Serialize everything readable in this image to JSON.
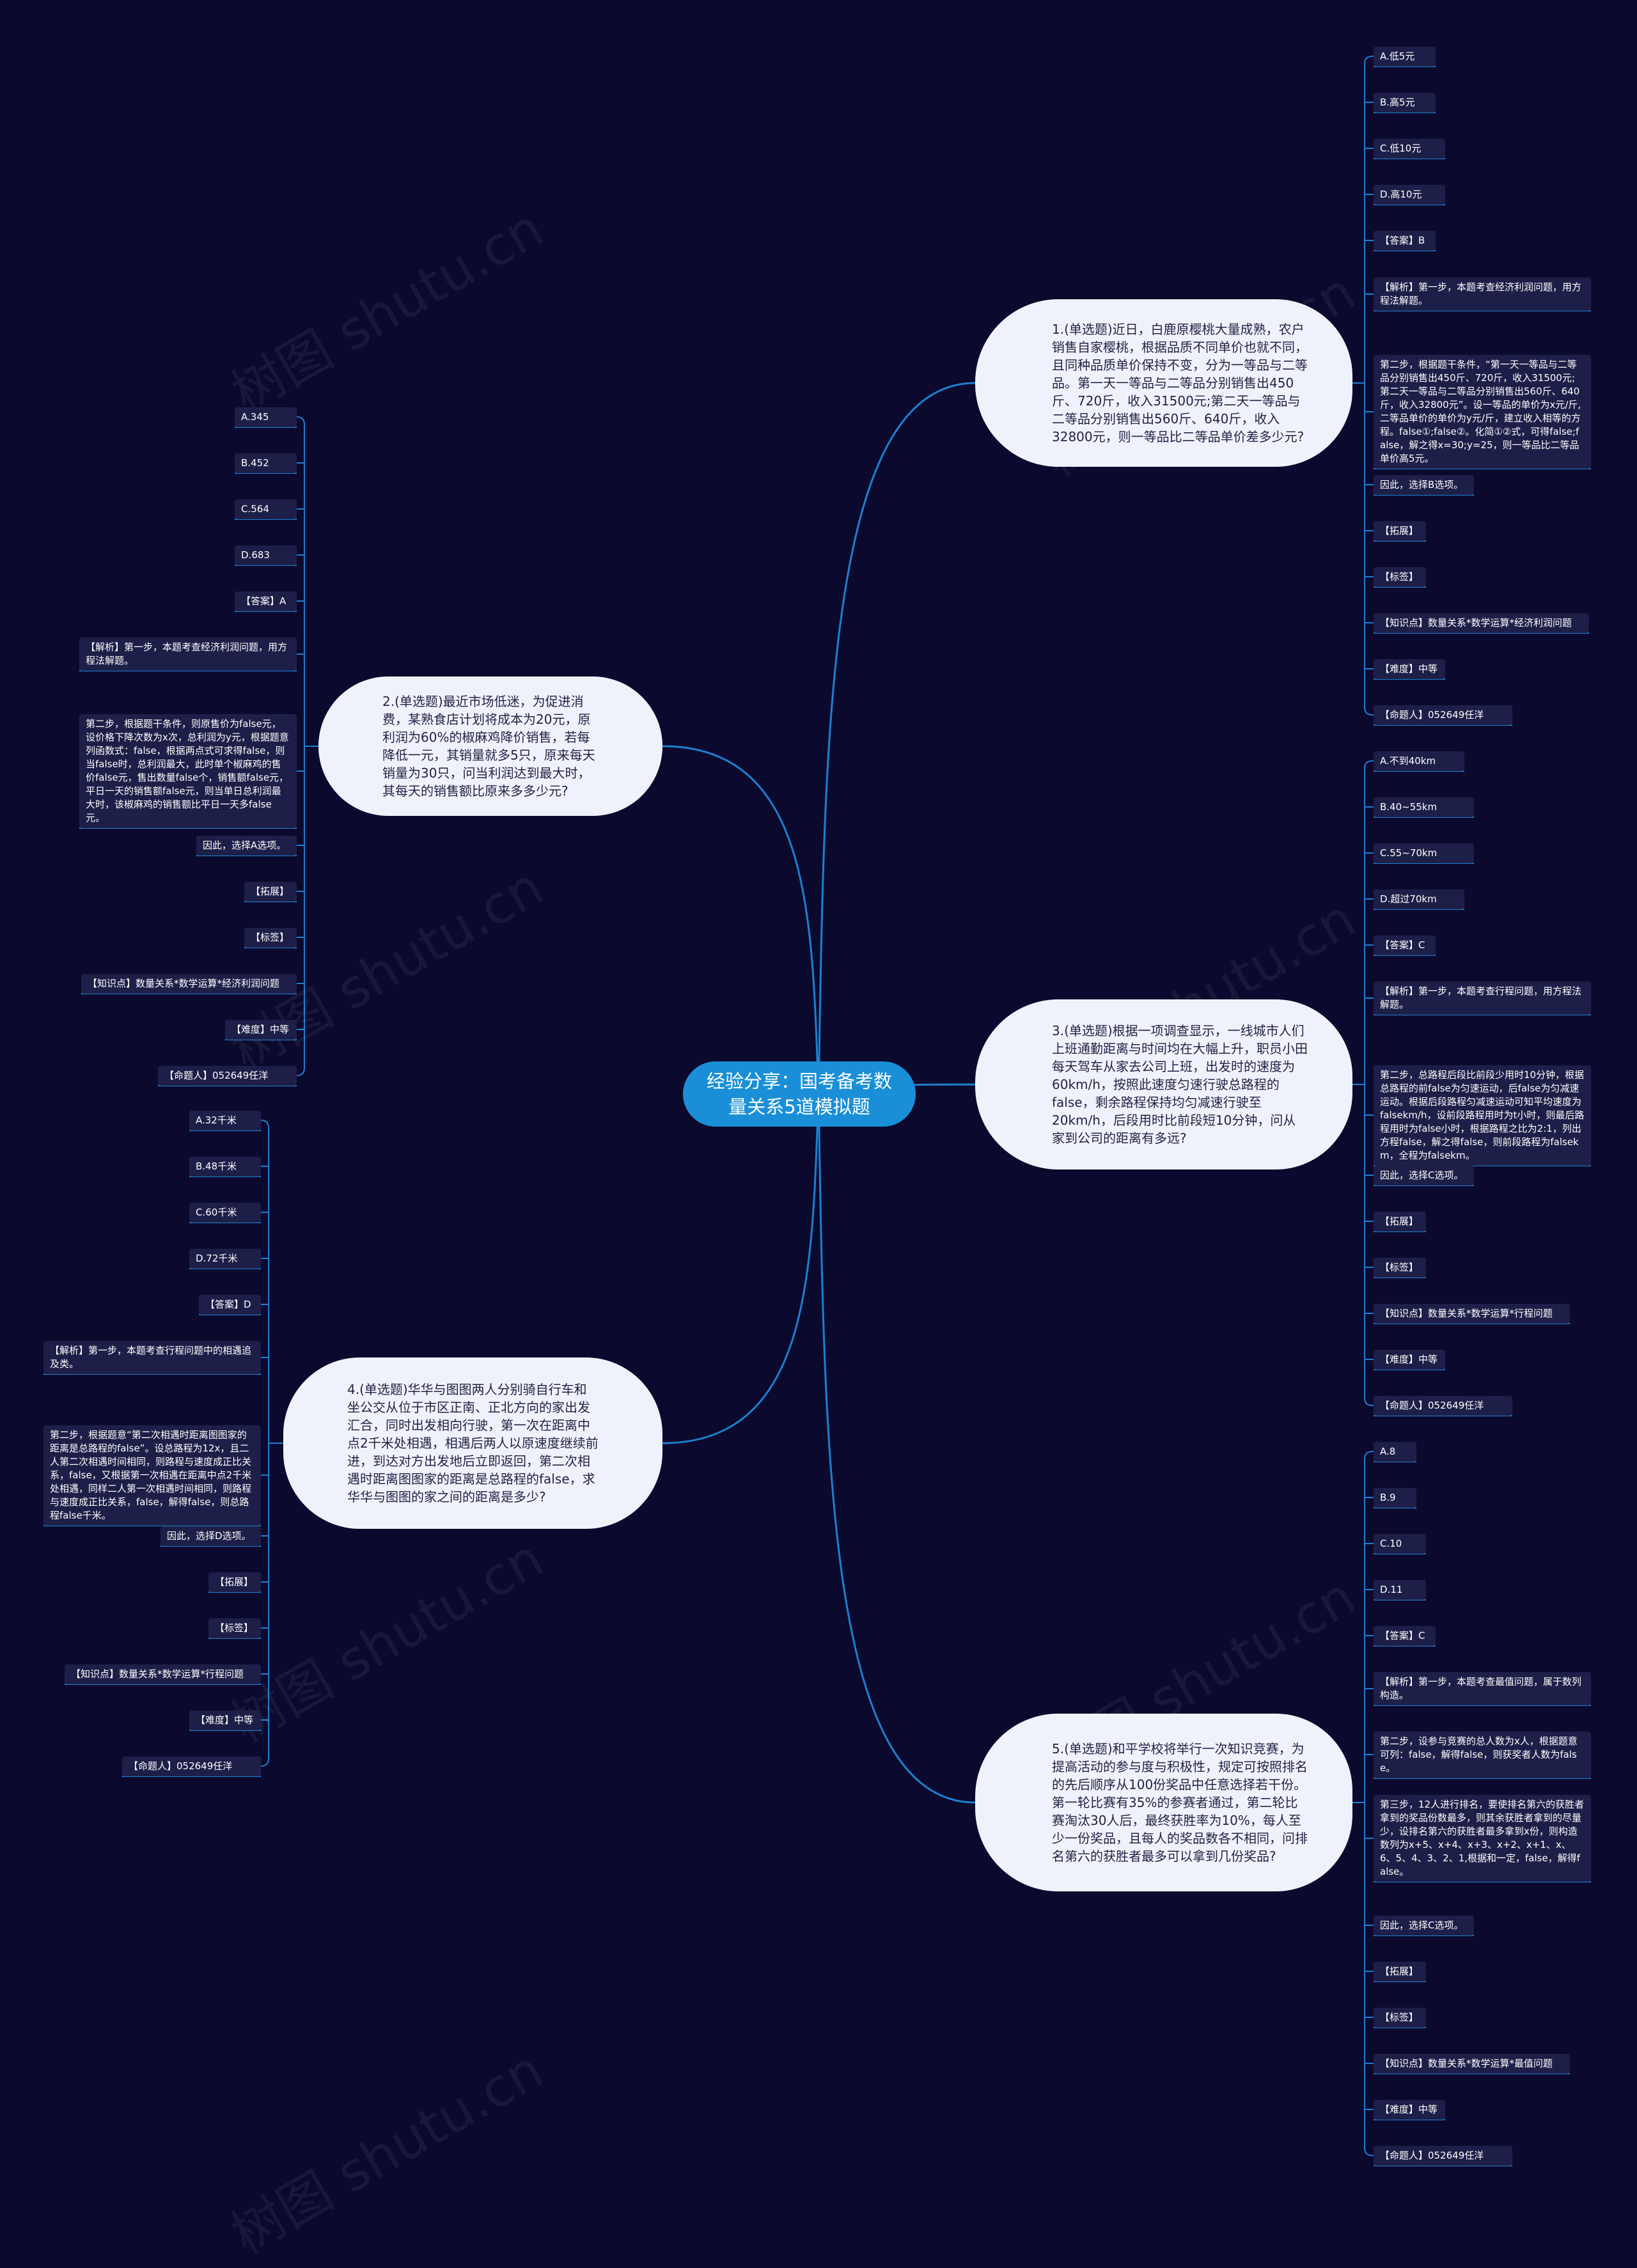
{
  "center": "经验分享：国考备考数量关系5道模拟题",
  "watermark": "树图 shutu.cn",
  "colors": {
    "background": "#0b0a2e",
    "center": "#1a8fd8",
    "line": "#1e7fd0",
    "bubble": "#eef3fb",
    "leaf": "#1e1f48"
  },
  "questions": [
    {
      "text": "1.(单选题)近日，白鹿原樱桃大量成熟，农户销售自家樱桃，根据品质不同单价也就不同，且同种品质单价保持不变，分为一等品与二等品。第一天一等品与二等品分别销售出450斤、720斤，收入31500元;第二天一等品与二等品分别销售出560斤、640斤，收入32800元，则一等品比二等品单价差多少元?",
      "leaves": [
        "A.低5元",
        "B.高5元",
        "C.低10元",
        "D.高10元",
        "【答案】B",
        "【解析】第一步，本题考查经济利润问题，用方程法解题。",
        "第二步，根据题干条件，“第一天一等品与二等品分别销售出450斤、720斤，收入31500元;第二天一等品与二等品分别销售出560斤、640斤，收入32800元”。设一等品的单价为x元/斤,二等品单价的单价为y元/斤，建立收入相等的方程。false①;false②。化简①②式，可得false;false，解之得x=30;y=25，则一等品比二等品单价高5元。",
        "因此，选择B选项。",
        "【拓展】",
        "【标签】",
        "【知识点】数量关系*数学运算*经济利润问题",
        "【难度】中等",
        "【命题人】052649任洋"
      ]
    },
    {
      "text": "2.(单选题)最近市场低迷，为促进消费，某熟食店计划将成本为20元，原利润为60%的椒麻鸡降价销售，若每降低一元，其销量就多5只，原来每天销量为30只，问当利润达到最大时，其每天的销售额比原来多多少元?",
      "leaves": [
        "A.345",
        "B.452",
        "C.564",
        "D.683",
        "【答案】A",
        "【解析】第一步，本题考查经济利润问题，用方程法解题。",
        "第二步，根据题干条件，则原售价为false元，设价格下降次数为x次，总利润为y元，根据题意列函数式：false，根据两点式可求得false，则当false时，总利润最大，此时单个椒麻鸡的售价false元，售出数量false个，销售额false元，平日一天的销售额false元，则当单日总利润最大时，该椒麻鸡的销售额比平日一天多false元。",
        "因此，选择A选项。",
        "【拓展】",
        "【标签】",
        "【知识点】数量关系*数学运算*经济利润问题",
        "【难度】中等",
        "【命题人】052649任洋"
      ]
    },
    {
      "text": "3.(单选题)根据一项调查显示，一线城市人们上班通勤距离与时间均在大幅上升，职员小田每天驾车从家去公司上班，出发时的速度为60km/h，按照此速度匀速行驶总路程的false，剩余路程保持均匀减速行驶至20km/h，后段用时比前段短10分钟，问从家到公司的距离有多远?",
      "leaves": [
        "A.不到40km",
        "B.40~55km",
        "C.55~70km",
        "D.超过70km",
        "【答案】C",
        "【解析】第一步，本题考查行程问题，用方程法解题。",
        "第二步，总路程后段比前段少用时10分钟，根据总路程的前false为匀速运动，后false为匀减速运动。根据后段路程匀减速运动可知平均速度为falsekm/h，设前段路程用时为t小时，则最后路程用时为false小时，根据路程之比为2:1，列出方程false，解之得false，则前段路程为falsekm，全程为falsekm。",
        "因此，选择C选项。",
        "【拓展】",
        "【标签】",
        "【知识点】数量关系*数学运算*行程问题",
        "【难度】中等",
        "【命题人】052649任洋"
      ]
    },
    {
      "text": "4.(单选题)华华与图图两人分别骑自行车和坐公交从位于市区正南、正北方向的家出发汇合，同时出发相向行驶，第一次在距离中点2千米处相遇，相遇后两人以原速度继续前进，到达对方出发地后立即返回，第二次相遇时距离图图家的距离是总路程的false，求华华与图图的家之间的距离是多少?",
      "leaves": [
        "A.32千米",
        "B.48千米",
        "C.60千米",
        "D.72千米",
        "【答案】D",
        "【解析】第一步，本题考查行程问题中的相遇追及类。",
        "第二步，根据题意“第二次相遇时距离图图家的距离是总路程的false”。设总路程为12x，且二人第二次相遇时间相同，则路程与速度成正比关系，false，又根据第一次相遇在距离中点2千米处相遇，同样二人第一次相遇时间相同，则路程与速度成正比关系，false，解得false，则总路程false千米。",
        "因此，选择D选项。",
        "【拓展】",
        "【标签】",
        "【知识点】数量关系*数学运算*行程问题",
        "【难度】中等",
        "【命题人】052649任洋"
      ]
    },
    {
      "text": "5.(单选题)和平学校将举行一次知识竞赛，为提高活动的参与度与积极性，规定可按照排名的先后顺序从100份奖品中任意选择若干份。第一轮比赛有35%的参赛者通过，第二轮比赛淘汰30人后，最终获胜率为10%，每人至少一份奖品，且每人的奖品数各不相同，问排名第六的获胜者最多可以拿到几份奖品?",
      "leaves": [
        "A.8",
        "B.9",
        "C.10",
        "D.11",
        "【答案】C",
        "【解析】第一步，本题考查最值问题，属于数列构造。",
        "第二步，设参与竞赛的总人数为x人，根据题意可列：false，解得false，则获奖者人数为false。",
        "第三步，12人进行排名，要使排名第六的获胜者拿到的奖品份数最多，则其余获胜者拿到的尽量少，设排名第六的获胜者最多拿到x份，则构造数列为x+5、x+4、x+3、x+2、x+1、x、6、5、4、3、2、1,根据和一定，false，解得false。",
        "因此，选择C选项。",
        "【拓展】",
        "【标签】",
        "【知识点】数量关系*数学运算*最值问题",
        "【难度】中等",
        "【命题人】052649任洋"
      ]
    }
  ]
}
